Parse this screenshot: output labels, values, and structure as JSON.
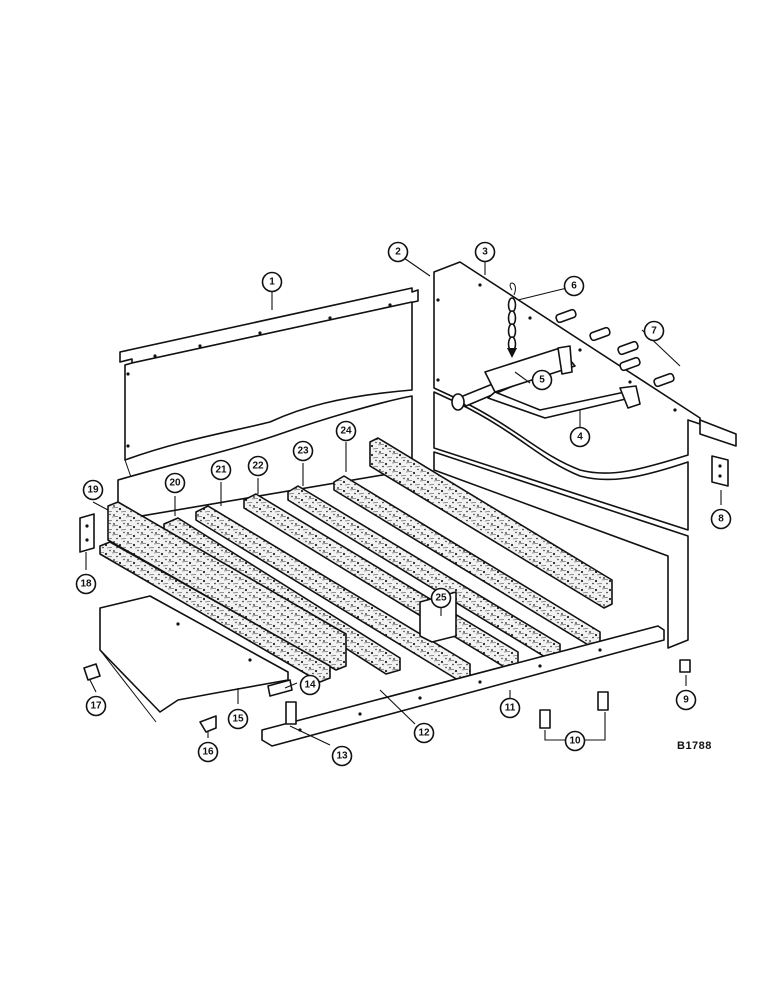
{
  "figure_code": "B1788",
  "callouts": [
    {
      "label": "1"
    },
    {
      "label": "2"
    },
    {
      "label": "3"
    },
    {
      "label": "4"
    },
    {
      "label": "5"
    },
    {
      "label": "6"
    },
    {
      "label": "7"
    },
    {
      "label": "8"
    },
    {
      "label": "9"
    },
    {
      "label": "10"
    },
    {
      "label": "11"
    },
    {
      "label": "12"
    },
    {
      "label": "13"
    },
    {
      "label": "14"
    },
    {
      "label": "15"
    },
    {
      "label": "16"
    },
    {
      "label": "17"
    },
    {
      "label": "18"
    },
    {
      "label": "19"
    },
    {
      "label": "20"
    },
    {
      "label": "21"
    },
    {
      "label": "22"
    },
    {
      "label": "23"
    },
    {
      "label": "24"
    },
    {
      "label": "25"
    }
  ]
}
